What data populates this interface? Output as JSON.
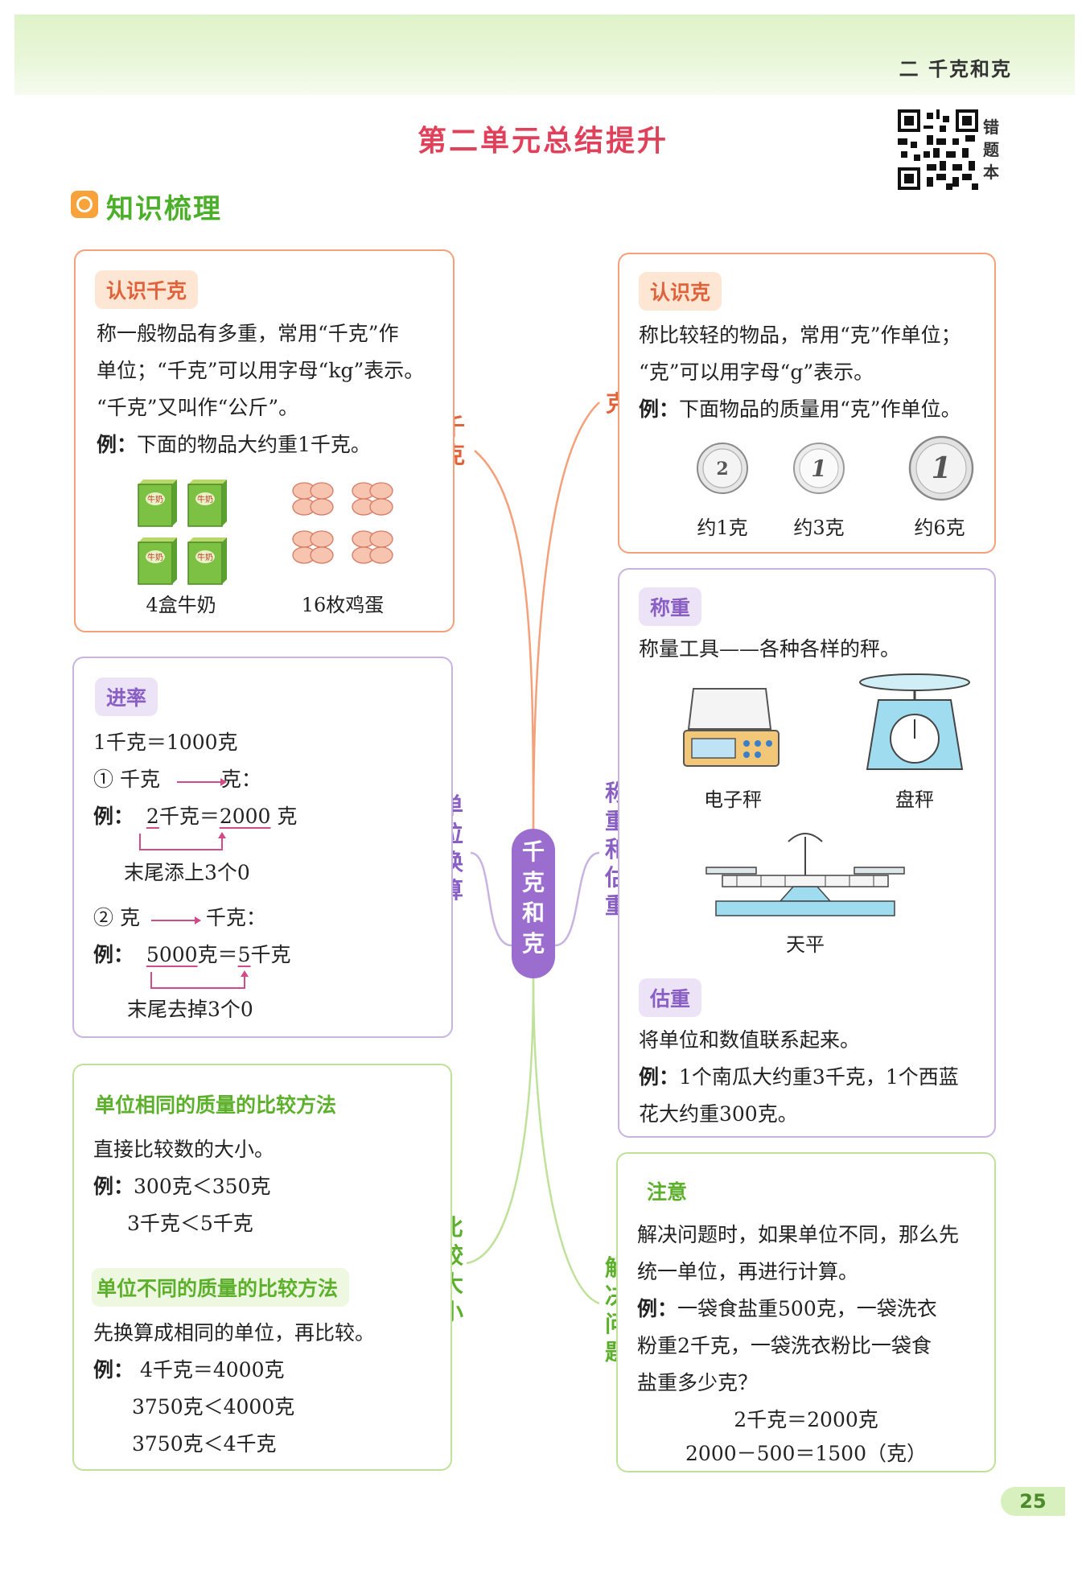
{
  "header": {
    "section": "二  千克和克"
  },
  "title": "第二单元总结提升",
  "qr": {
    "label_chars": [
      "错",
      "题",
      "本"
    ]
  },
  "knowledge_title": "知识梳理",
  "center": [
    "千",
    "克",
    "和",
    "克"
  ],
  "branches": {
    "qianke": [
      "千",
      "克"
    ],
    "ke": [
      "克"
    ],
    "danwei": [
      "单",
      "位",
      "换",
      "算"
    ],
    "chengzhong": [
      "称",
      "重",
      "和",
      "估",
      "重"
    ],
    "bijiao": [
      "比",
      "较",
      "大",
      "小"
    ],
    "jiejue": [
      "解",
      "决",
      "问",
      "题"
    ]
  },
  "box_qianke": {
    "tag": "认识千克",
    "lines": [
      "称一般物品有多重，常用“千克”作",
      "单位；“千克”可以用字母“kg”表示。",
      "“千克”又叫作“公斤”。"
    ],
    "example_prefix": "例：",
    "example": "下面的物品大约重1千克。",
    "milk_label": "牛奶",
    "captions": [
      "4盒牛奶",
      "16枚鸡蛋"
    ]
  },
  "box_ke": {
    "tag": "认识克",
    "lines": [
      "称比较轻的物品，常用“克”作单位；",
      "“克”可以用字母“g”表示。"
    ],
    "example_prefix": "例：",
    "example": "下面物品的质量用“克”作单位。",
    "coins": [
      {
        "value": "2",
        "caption": "约1克"
      },
      {
        "value": "1",
        "caption": "约3克"
      },
      {
        "value": "1",
        "caption": "约6克"
      }
    ]
  },
  "box_jinlv": {
    "tag": "进率",
    "formula": "1千克＝1000克",
    "rule1": "① 千克",
    "rule1_to": "克：",
    "ex1_prefix": "例：",
    "ex1_a": "2",
    "ex1_b": "千克＝",
    "ex1_c": "2000",
    "ex1_d": "克",
    "note1": "末尾添上3个0",
    "rule2": "② 克",
    "rule2_to": "千克：",
    "ex2_prefix": "例：",
    "ex2_a": "5000",
    "ex2_b": "克＝",
    "ex2_c": "5",
    "ex2_d": "千克",
    "note2": "末尾去掉3个0"
  },
  "box_chengzhong": {
    "tag": "称重",
    "line": "称量工具——各种各样的秤。",
    "captions": [
      "电子秤",
      "盘秤",
      "天平"
    ],
    "tag2": "估重",
    "line2": "将单位和数值联系起来。",
    "example_prefix": "例：",
    "example": [
      "1个南瓜大约重3千克，1个西蓝",
      "花大约重300克。"
    ]
  },
  "box_bijiao": {
    "tag1": "单位相同的质量的比较方法",
    "line1": "直接比较数的大小。",
    "ex1_prefix": "例：",
    "ex1": [
      "300克＜350克",
      "3千克＜5千克"
    ],
    "tag2": "单位不同的质量的比较方法",
    "line2": "先换算成相同的单位，再比较。",
    "ex2_prefix": "例：",
    "ex2": [
      "4千克＝4000克",
      "3750克＜4000克",
      "3750克＜4千克"
    ]
  },
  "box_zhuyi": {
    "tag": "注意",
    "lines": [
      "解决问题时，如果单位不同，那么先",
      "统一单位，再进行计算。"
    ],
    "example_prefix": "例：",
    "example": [
      "一袋食盐重500克，一袋洗衣",
      "粉重2千克，一袋洗衣粉比一袋食",
      "盐重多少克？"
    ],
    "solution": [
      "2千克＝2000克",
      "2000－500＝1500（克）"
    ]
  },
  "page_number": "25"
}
